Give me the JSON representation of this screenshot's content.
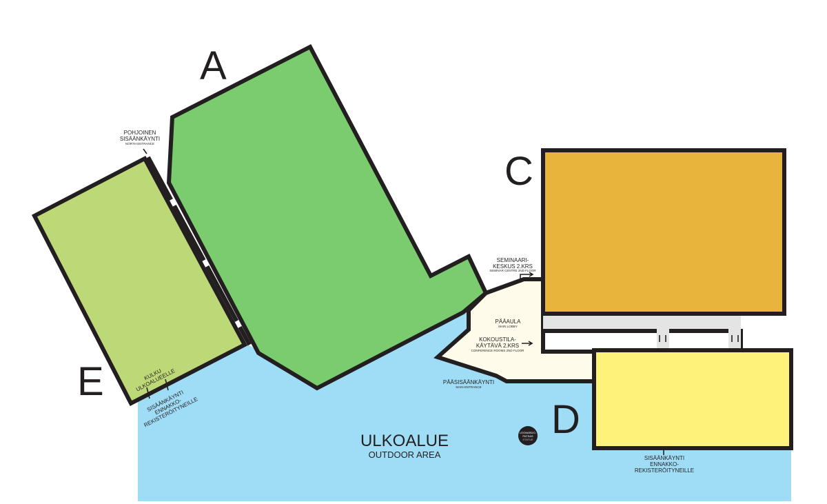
{
  "colors": {
    "building_a": "#7acc6e",
    "building_e": "#bdd877",
    "building_c": "#e8b43c",
    "building_d": "#fff27a",
    "lobby": "#fffbea",
    "outdoor": "#9fdcf5",
    "corridor": "#e4e4e4",
    "walls": "#231f20"
  },
  "buildings": {
    "a": "A",
    "c": "C",
    "d": "D",
    "e": "E"
  },
  "labels": {
    "north_entrance": {
      "line1": "POHJOINEN",
      "line2": "SISÄÄNKÄYNTI",
      "sub": "NORTH ENTRANCE"
    },
    "seminar": {
      "line1": "SEMINAARI-",
      "line2": "KESKUS 2.KRS",
      "sub": "SEMINAR CENTRE 2ND FLOOR"
    },
    "lobby": {
      "line1": "PÄÄAULA",
      "sub": "MAIN LOBBY"
    },
    "conference": {
      "line1": "KOKOUSTILA-",
      "line2": "KÄYTÄVÄ 2.KRS",
      "sub": "CONFERENCE ROOMS 2ND FLOOR"
    },
    "main_entrance": {
      "line1": "PÄÄSISÄÄNKÄYNTI",
      "sub": "MAIN ENTRANCE"
    },
    "outdoor_passage": {
      "line1": "KULKU",
      "line2": "ULKOALUEELLE"
    },
    "entrance_e": {
      "line1": "SISÄÄNKÄYNTI",
      "line2": "ENNAKKO-",
      "line3": "REKISTERÖITYNEILLE"
    },
    "entrance_d": {
      "line1": "SISÄÄNKÄYNTI",
      "line2": "ENNAKKO-",
      "line3": "REKISTERÖITYNEILLE"
    },
    "outdoor": {
      "line1": "ULKOALUE",
      "line2": "OUTDOOR AREA"
    },
    "statue": {
      "line1": "LEONARDO-",
      "line2": "PATSAS",
      "line3": "STATUE"
    }
  }
}
